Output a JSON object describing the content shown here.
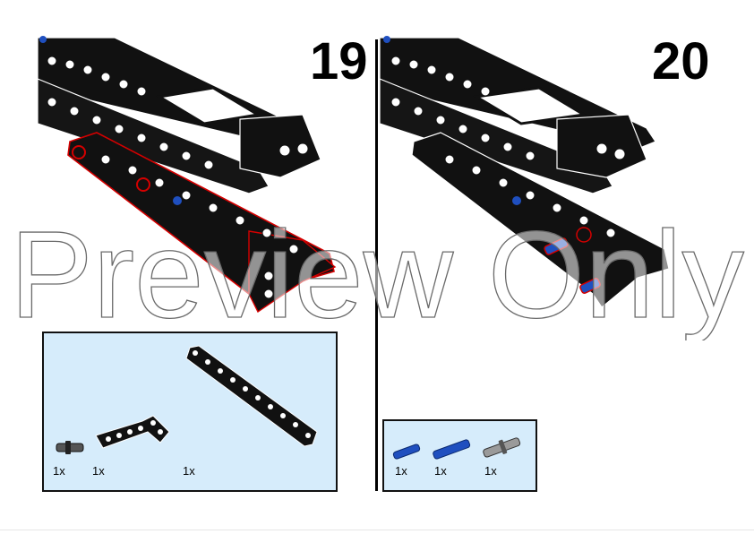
{
  "steps": [
    {
      "number": "19",
      "parts": [
        {
          "qty": "1x",
          "icon": "black-pin-icon"
        },
        {
          "qty": "1x",
          "icon": "l-beam-icon"
        },
        {
          "qty": "1x",
          "icon": "long-beam-icon"
        }
      ]
    },
    {
      "number": "20",
      "parts": [
        {
          "qty": "1x",
          "icon": "blue-pin-icon"
        },
        {
          "qty": "1x",
          "icon": "blue-axle-pin-icon"
        },
        {
          "qty": "1x",
          "icon": "grey-pin-icon"
        }
      ]
    }
  ],
  "watermark": "Preview Only",
  "colors": {
    "parts_bg": "#d6ecfb",
    "technic_black": "#111111",
    "highlight": "#d40000",
    "technic_blue": "#1f4fbf"
  }
}
